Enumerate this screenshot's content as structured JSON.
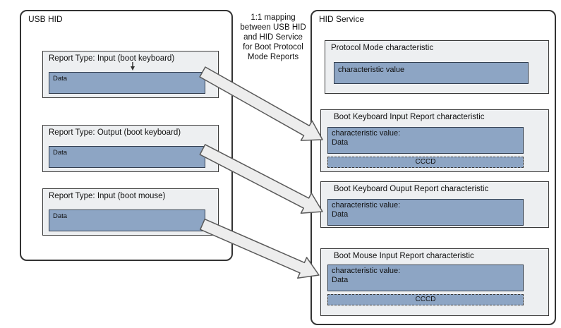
{
  "usb_hid": {
    "title": "USB HID",
    "reports": [
      {
        "label": "Report Type: Input (boot keyboard)",
        "data_label": "Data"
      },
      {
        "label": "Report Type: Output (boot keyboard)",
        "data_label": "Data"
      },
      {
        "label": "Report Type: Input (boot mouse)",
        "data_label": "Data"
      }
    ]
  },
  "mapping_note": "1:1 mapping between USB HID and HID Service for Boot Protocol Mode Reports",
  "hid_service": {
    "title": "HID Service",
    "characteristics": [
      {
        "label": "Protocol Mode characteristic",
        "value_lines": [
          "characteristic value"
        ],
        "has_cccd": false
      },
      {
        "label": "Boot Keyboard Input Report characteristic",
        "value_lines": [
          "characteristic value:",
          "Data"
        ],
        "cccd_label": "CCCD",
        "has_cccd": true
      },
      {
        "label": "Boot Keyboard Ouput Report characteristic",
        "value_lines": [
          "characteristic value:",
          "Data"
        ],
        "has_cccd": false
      },
      {
        "label": "Boot Mouse Input Report characteristic",
        "value_lines": [
          "characteristic value:",
          "Data"
        ],
        "cccd_label": "CCCD",
        "has_cccd": true
      }
    ]
  },
  "colors": {
    "characteristic_value_fill": "#8da5c4",
    "characteristic_value_border": "#333f50",
    "box_fill": "#edeff1",
    "outline": "#333333",
    "arrow_fill": "#ededed"
  }
}
